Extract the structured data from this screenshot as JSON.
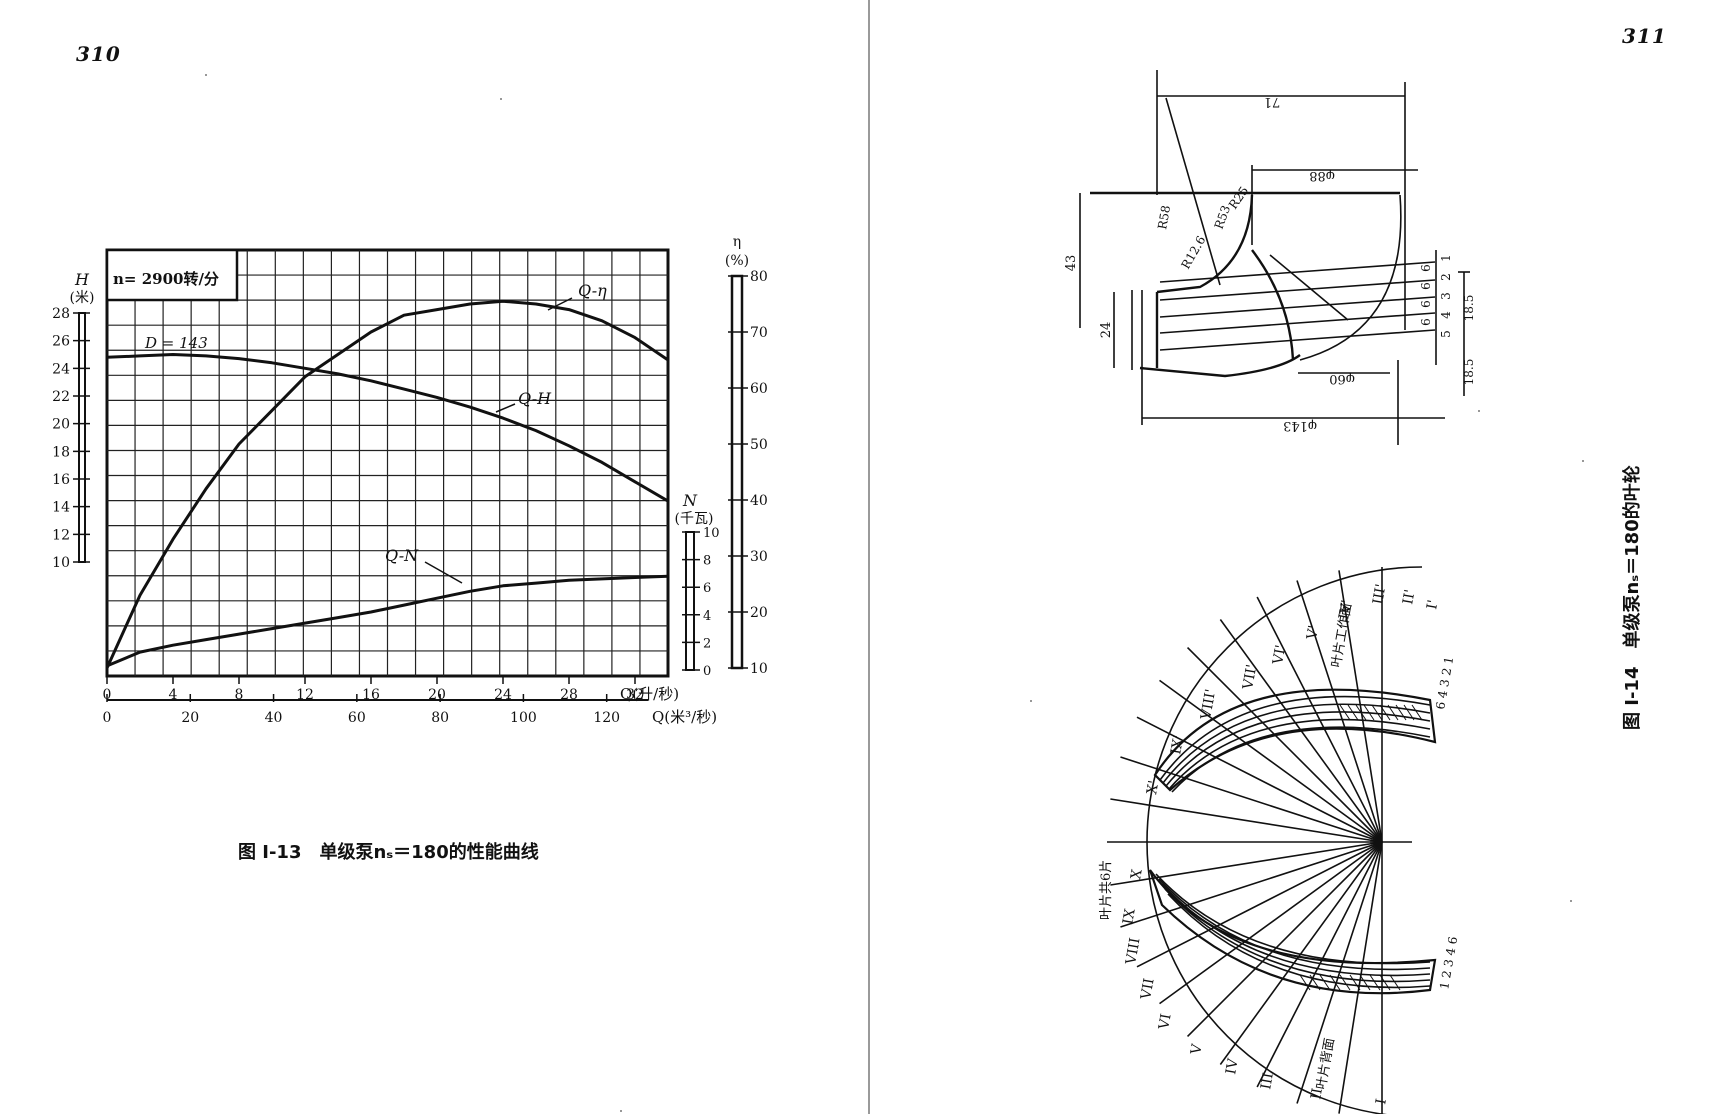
{
  "left_page": {
    "page_number": "310",
    "caption": "图 Ⅰ-13　单级泵nₛ＝180的性能曲线"
  },
  "right_page": {
    "page_number": "311",
    "caption": "图 Ⅰ-14　单级泵nₛ＝180的叶轮"
  },
  "chart_data": {
    "type": "line",
    "annotation": "n= 2900转/分",
    "diameter_label": "D = 143",
    "x_axis": {
      "label": "Q(升/秒)",
      "range": [
        0,
        34
      ],
      "ticks": [
        "0",
        "4",
        "8",
        "12",
        "16",
        "20",
        "24",
        "28",
        "32"
      ],
      "secondary": {
        "label": "Q(米³/秒)",
        "ticks": [
          "0",
          "20",
          "40",
          "60",
          "80",
          "100",
          "120"
        ]
      }
    },
    "axes": {
      "H": {
        "label": "H",
        "unit": "(米)",
        "range": [
          10,
          28
        ],
        "ticks": [
          "10",
          "12",
          "14",
          "16",
          "18",
          "20",
          "22",
          "24",
          "26",
          "28"
        ]
      },
      "eta": {
        "label": "η",
        "unit": "(%)",
        "range": [
          10,
          80
        ],
        "ticks": [
          "10",
          "20",
          "30",
          "40",
          "50",
          "60",
          "70",
          "80"
        ]
      },
      "N": {
        "label": "N",
        "unit": "(千瓦)",
        "range": [
          0,
          10
        ],
        "ticks": [
          "0",
          "2",
          "4",
          "6",
          "8",
          "10"
        ]
      }
    },
    "grid": true,
    "series": [
      {
        "name": "Q-H",
        "axis": "H",
        "x": [
          0,
          2,
          4,
          6,
          8,
          10,
          12,
          14,
          16,
          18,
          20,
          22,
          24,
          26,
          28,
          30,
          32,
          34
        ],
        "y": [
          24.8,
          24.9,
          25.0,
          24.9,
          24.7,
          24.4,
          24.0,
          23.6,
          23.1,
          22.5,
          21.9,
          21.2,
          20.4,
          19.5,
          18.4,
          17.2,
          15.8,
          14.4
        ]
      },
      {
        "name": "Q-η",
        "axis": "eta",
        "x": [
          0,
          2,
          4,
          6,
          8,
          10,
          12,
          14,
          16,
          18,
          20,
          22,
          24,
          26,
          28,
          30,
          32,
          34
        ],
        "y": [
          10,
          23,
          33,
          42,
          50,
          56,
          62,
          66,
          70,
          73,
          74,
          75,
          75.5,
          75,
          74,
          72,
          69,
          65
        ]
      },
      {
        "name": "Q-N",
        "axis": "N",
        "x": [
          0,
          2,
          4,
          6,
          8,
          10,
          12,
          14,
          16,
          18,
          20,
          22,
          24,
          26,
          28,
          30,
          32,
          34
        ],
        "y": [
          0.3,
          1.3,
          1.8,
          2.2,
          2.6,
          3.0,
          3.4,
          3.8,
          4.2,
          4.7,
          5.2,
          5.7,
          6.1,
          6.3,
          6.5,
          6.6,
          6.7,
          6.8
        ]
      }
    ]
  },
  "impeller_dims": {
    "width_top": "71",
    "phi_88": "φ88",
    "r58": "R58",
    "r53": "R53",
    "r25": "R25",
    "r12_6": "R12.6",
    "h43": "43",
    "h24": "24",
    "phi_60": "φ60",
    "phi_143": "φ143",
    "right_18_5_a": "18.5",
    "right_18_5_b": "18.5",
    "stacks": [
      "6",
      "6",
      "6",
      "6"
    ],
    "nums": [
      "1",
      "2",
      "3",
      "4",
      "5"
    ]
  },
  "impeller_sections": {
    "top_labels": [
      "I'",
      "II'",
      "III'",
      "IV'",
      "V'",
      "VI'",
      "VII'",
      "VIII'",
      "IX'",
      "X'"
    ],
    "bottom_labels": [
      "X",
      "IX",
      "VIII",
      "VII",
      "VI",
      "V",
      "IV",
      "III",
      "II",
      "I"
    ],
    "top_note": "叶片工作面",
    "bottom_note": "叶片背面",
    "left_note": "叶片共6片",
    "top_sub": "6 4 3 2 1",
    "bottom_sub": "1 2 3 4 6"
  }
}
